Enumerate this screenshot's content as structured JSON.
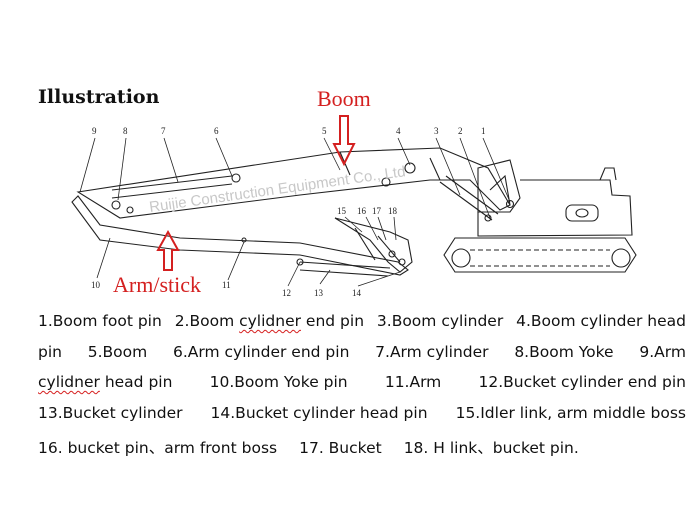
{
  "title": "Illustration",
  "callouts": {
    "boom": "Boom",
    "arm": "Arm/stick"
  },
  "watermark": "Ruijie Construction Equipment Co., Ltd",
  "colors": {
    "callout": "#d42020",
    "line": "#222222",
    "watermark": "#c8c8c8"
  },
  "part_numbers": [
    "1",
    "2",
    "3",
    "4",
    "5",
    "6",
    "7",
    "8",
    "9",
    "10",
    "11",
    "12",
    "13",
    "14",
    "15",
    "16",
    "17",
    "18"
  ],
  "legend_lines": [
    [
      "1.Boom foot pin",
      "2.Boom cylidner end pin",
      "3.Boom cylinder",
      "4.Boom cylinder head"
    ],
    [
      "pin",
      "5.Boom",
      "6.Arm cylinder end pin",
      "7.Arm cylinder",
      "8.Boom Yoke",
      "9.Arm"
    ],
    [
      "cylidner head pin",
      "10.Boom Yoke pin",
      "11.Arm",
      "12.Bucket cylinder end pin"
    ],
    [
      "13.Bucket cylinder",
      "14.Bucket cylinder head pin",
      "15.Idler link, arm middle boss"
    ],
    [
      "16. bucket pin、arm front boss",
      "17. Bucket",
      "18. H link、bucket pin."
    ]
  ]
}
